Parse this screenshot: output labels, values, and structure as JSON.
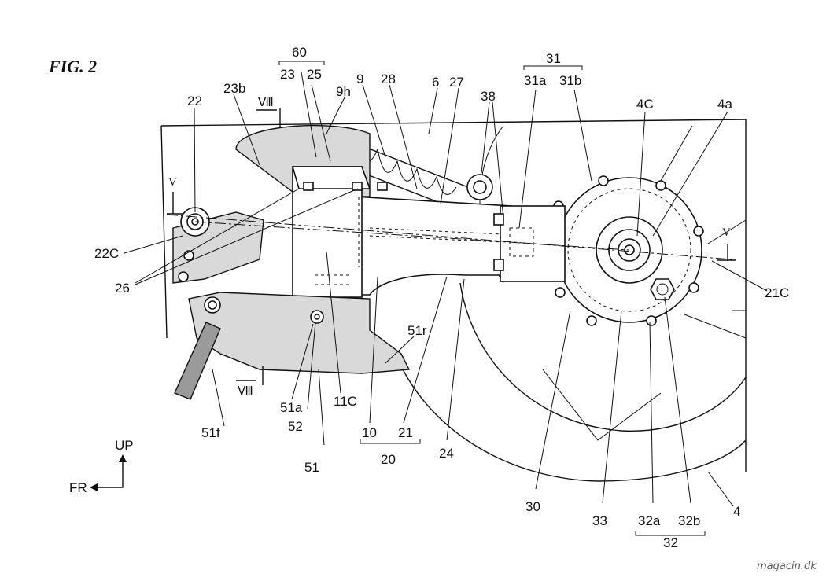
{
  "figure": {
    "title": "FIG. 2",
    "watermark": "magacin.dk",
    "orientation": {
      "up": "UP",
      "front": "FR"
    },
    "section_marks": {
      "v": "V",
      "viii": "Ⅷ"
    },
    "labels": {
      "l60": "60",
      "l23": "23",
      "l25": "25",
      "l23b": "23b",
      "l22": "22",
      "l9h": "9h",
      "l9": "9",
      "l28": "28",
      "l6": "6",
      "l27": "27",
      "l38": "38",
      "l31": "31",
      "l31a": "31a",
      "l31b": "31b",
      "l4c": "4C",
      "l4a": "4a",
      "l22c": "22C",
      "l26": "26",
      "l21c": "21C",
      "l51r": "51r",
      "l51a": "51a",
      "l52": "52",
      "l11c": "11C",
      "l51f": "51f",
      "l51": "51",
      "l10": "10",
      "l21": "21",
      "l20": "20",
      "l24": "24",
      "l30": "30",
      "l33": "33",
      "l32a": "32a",
      "l32b": "32b",
      "l32": "32",
      "l4": "4"
    }
  }
}
